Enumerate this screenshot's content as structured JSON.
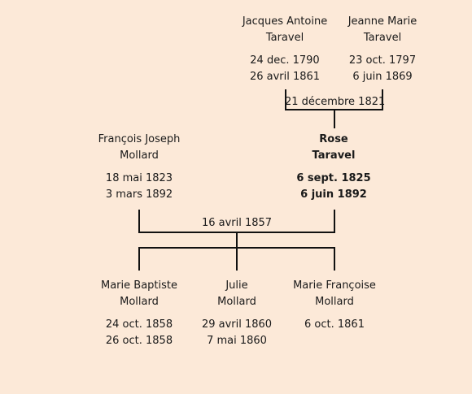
{
  "colors": {
    "background": "#fce9d8",
    "line": "#111111",
    "text": "#1a1a1a"
  },
  "grandparents": {
    "father": {
      "first": "Jacques Antoine",
      "last": "Taravel",
      "birth": "24 dec. 1790",
      "death": "26 avril 1861"
    },
    "mother": {
      "first": "Jeanne Marie",
      "last": "Taravel",
      "birth": "23 oct. 1797",
      "death": "6 juin 1869"
    },
    "marriage": "21 décembre 1821"
  },
  "parents": {
    "father": {
      "first": "François Joseph",
      "last": "Mollard",
      "birth": "18 mai 1823",
      "death": "3 mars 1892"
    },
    "mother": {
      "first": "Rose",
      "last": "Taravel",
      "birth": "6 sept. 1825",
      "death": "6 juin 1892"
    },
    "marriage": "16 avril 1857"
  },
  "children": [
    {
      "first": "Marie Baptiste",
      "last": "Mollard",
      "birth": "24 oct. 1858",
      "death": "26 oct. 1858"
    },
    {
      "first": "Julie",
      "last": "Mollard",
      "birth": "29 avril 1860",
      "death": "7 mai 1860"
    },
    {
      "first": "Marie Françoise",
      "last": "Mollard",
      "birth": "6 oct. 1861",
      "death": ""
    }
  ]
}
